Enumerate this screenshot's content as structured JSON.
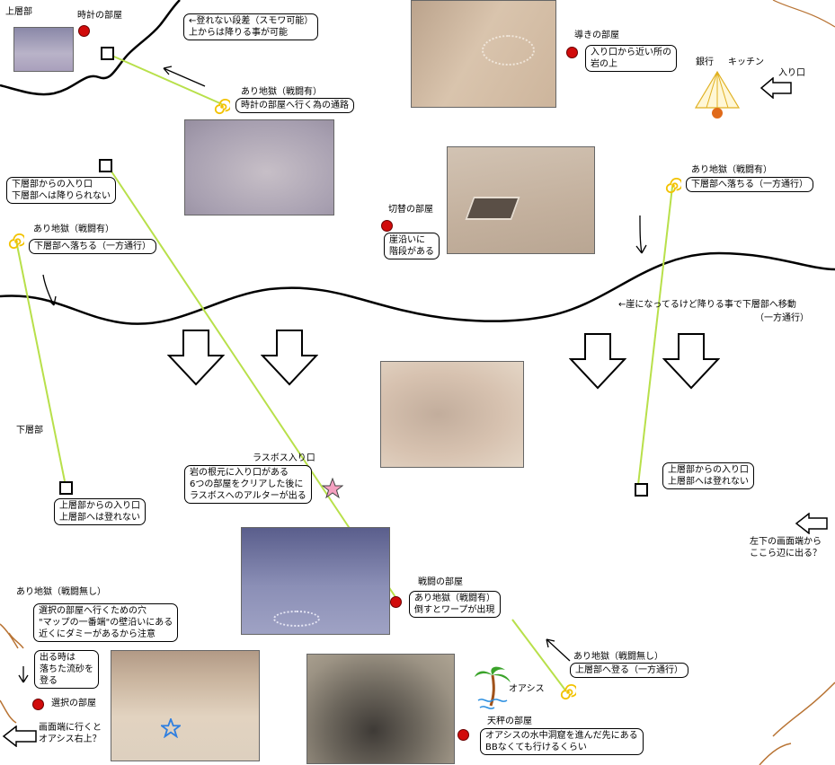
{
  "labels": {
    "upper_floor": "上層部",
    "lower_floor": "下層部",
    "entrance": "入り口",
    "bank": "銀行",
    "kitchen": "キッチン",
    "lasboss_entrance": "ラスボス入り口",
    "oasis": "オアシス"
  },
  "rooms": {
    "clock": "時計の部屋",
    "guide": "導きの部屋",
    "switch": "切替の部屋",
    "battle": "戦闘の部屋",
    "select": "選択の部屋",
    "scale": "天秤の部屋"
  },
  "notes": {
    "step": [
      "←登れない段差（スモワ可能）",
      "上からは降りる事が可能"
    ],
    "guide": [
      "入り口から近い所の",
      "岩の上"
    ],
    "antlion_clock": {
      "title": "あり地獄（戦闘有）",
      "body": "時計の部屋へ行く為の通路"
    },
    "lower_entry_left": [
      "下層部からの入り口",
      "下層部へは降りられない"
    ],
    "antlion_left": {
      "title": "あり地獄（戦闘有）",
      "body": "下層部へ落ちる（一方通行）"
    },
    "switch": [
      "崖沿いに",
      "階段がある"
    ],
    "antlion_right": {
      "title": "あり地獄（戦闘有）",
      "body": "下層部へ落ちる（一方通行）"
    },
    "cliff": "←崖になってるけど降りる事で下層部へ移動",
    "cliff_sub": "（一方通行）",
    "upper_entry_lower_left": [
      "上層部からの入り口",
      "上層部へは登れない"
    ],
    "lasboss": [
      "岩の根元に入り口がある",
      "6つの部屋をクリアした後に",
      "ラスボスへのアルターが出る"
    ],
    "upper_entry_lower_right": [
      "上層部からの入り口",
      "上層部へは登れない"
    ],
    "bottom_left_edge": [
      "左下の画面端から",
      "ここら辺に出る？"
    ],
    "battle": [
      "あり地獄（戦闘有）",
      "倒すとワープが出現"
    ],
    "antlion_no_battle": "あり地獄（戦闘無し）",
    "select_hole": [
      "選択の部屋へ行くための穴",
      "\"マップの一番端\"の壁沿いにある",
      "近くにダミーがあるから注意"
    ],
    "select_exit": [
      "出る時は",
      "落ちた流砂を",
      "登る"
    ],
    "screen_edge": [
      "画面端に行くと",
      "オアシス右上？"
    ],
    "antlion_up": {
      "title": "あり地獄（戦闘無し）",
      "body": "上層部へ登る（一方通行）"
    },
    "scale": [
      "オアシスの水中洞窟を進んだ先にある",
      "BBなくても行けるくらい"
    ]
  },
  "colors": {
    "connector": "#b8e04a",
    "room_dot": "#d10b0b",
    "spiral": "#f2c200",
    "star_lasboss": "#f4a0c0",
    "star_select": "#2f7fe0"
  }
}
